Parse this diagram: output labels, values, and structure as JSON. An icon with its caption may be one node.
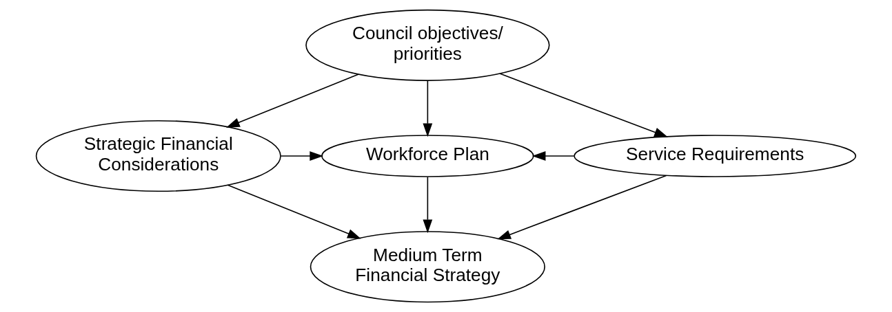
{
  "diagram": {
    "nodes": [
      {
        "text": [
          "Council objectives/ priorities"
        ]
      },
      {
        "text": [
          "Strategic Financial Considerations"
        ]
      },
      {
        "text": [
          "Workforce Plan"
        ]
      },
      {
        "text": [
          "Service Requirements"
        ]
      },
      {
        "text": [
          "Medium Term Financial Strategy"
        ]
      }
    ],
    "edges": [
      {
        "from": 0,
        "to": 1,
        "arrow": "to"
      },
      {
        "from": 0,
        "to": 2,
        "arrow": "to"
      },
      {
        "from": 0,
        "to": 3,
        "arrow": "to"
      },
      {
        "from": 1,
        "to": 2,
        "arrow": "to"
      },
      {
        "from": 3,
        "to": 2,
        "arrow": "to"
      },
      {
        "from": 2,
        "to": 4,
        "arrow": "to"
      },
      {
        "from": 1,
        "to": 4,
        "arrow": "to"
      },
      {
        "from": 3,
        "to": 4,
        "arrow": "to"
      }
    ]
  }
}
